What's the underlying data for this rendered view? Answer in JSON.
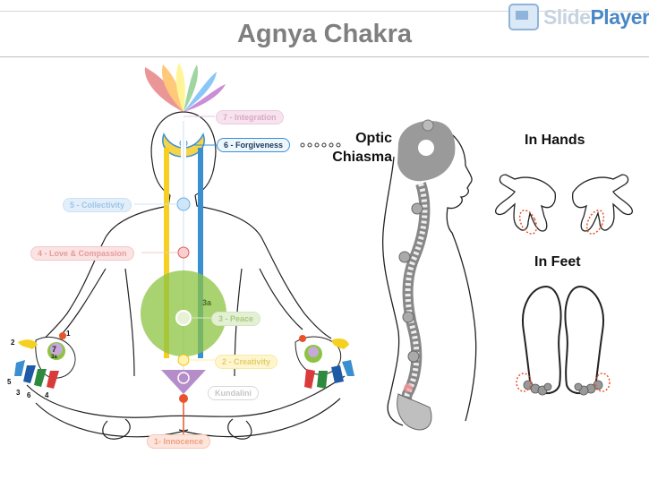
{
  "title": "Agnya Chakra",
  "logo": {
    "part1": "Slide",
    "part2": "Player"
  },
  "chakra_labels": {
    "integration": "7 - Integration",
    "forgiveness": "6 - Forgiveness",
    "collectivity": "5 - Collectivity",
    "love": "4 - Love & Compassion",
    "peace": "3 - Peace",
    "creativity": "2 - Creativity",
    "kundalini": "Kundalini",
    "innocence": "1- Innocence"
  },
  "markers": {
    "void": "3a",
    "palm_center": "7",
    "palm_sub": "3a"
  },
  "finger_numbers": [
    "1",
    "2",
    "5",
    "3",
    "6",
    "4"
  ],
  "optic": {
    "line1": "Optic",
    "line2": "Chiasma"
  },
  "hands_label": "In Hands",
  "feet_label": "In Feet",
  "colors": {
    "title": "#7f7f7f",
    "sahasrara": "#c88cc8",
    "agnya": "#3a8fd1",
    "vishuddhi": "#6aaee6",
    "heart": "#e45a5a",
    "void": "#8cc341",
    "swadisthan": "#f1c40f",
    "mooladhara": "#e8542a",
    "kundalini": "#888888"
  }
}
